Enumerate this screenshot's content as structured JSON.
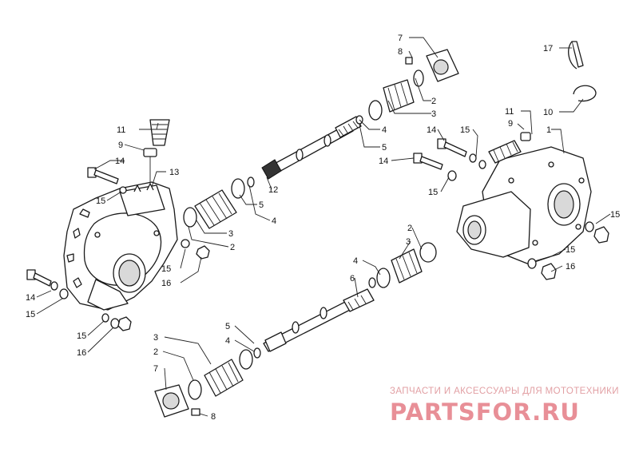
{
  "callouts": [
    {
      "id": "c-7-top",
      "label": "7"
    },
    {
      "id": "c-8-top",
      "label": "8"
    },
    {
      "id": "c-2-top",
      "label": "2"
    },
    {
      "id": "c-3-top",
      "label": "3"
    },
    {
      "id": "c-4-top",
      "label": "4"
    },
    {
      "id": "c-5-top",
      "label": "5"
    },
    {
      "id": "c-17",
      "label": "17"
    },
    {
      "id": "c-10",
      "label": "10"
    },
    {
      "id": "c-11-right",
      "label": "11"
    },
    {
      "id": "c-9-right",
      "label": "9"
    },
    {
      "id": "c-1",
      "label": "1"
    },
    {
      "id": "c-14-right-a",
      "label": "14"
    },
    {
      "id": "c-15-right-a",
      "label": "15"
    },
    {
      "id": "c-14-right-b",
      "label": "14"
    },
    {
      "id": "c-15-right-b",
      "label": "15"
    },
    {
      "id": "c-15-right-c",
      "label": "15"
    },
    {
      "id": "c-15-right-d",
      "label": "15"
    },
    {
      "id": "c-16-right",
      "label": "16"
    },
    {
      "id": "c-11-left",
      "label": "11"
    },
    {
      "id": "c-9-left",
      "label": "9"
    },
    {
      "id": "c-13",
      "label": "13"
    },
    {
      "id": "c-14-left-a",
      "label": "14"
    },
    {
      "id": "c-15-left-a",
      "label": "15"
    },
    {
      "id": "c-12",
      "label": "12"
    },
    {
      "id": "c-5-mid",
      "label": "5"
    },
    {
      "id": "c-4-mid",
      "label": "4"
    },
    {
      "id": "c-3-mid",
      "label": "3"
    },
    {
      "id": "c-2-mid",
      "label": "2"
    },
    {
      "id": "c-15-left-b",
      "label": "15"
    },
    {
      "id": "c-16-left-a",
      "label": "16"
    },
    {
      "id": "c-14-left-b",
      "label": "14"
    },
    {
      "id": "c-15-left-c",
      "label": "15"
    },
    {
      "id": "c-15-left-d",
      "label": "15"
    },
    {
      "id": "c-16-left-b",
      "label": "16"
    },
    {
      "id": "c-2-low",
      "label": "2"
    },
    {
      "id": "c-3-low",
      "label": "3"
    },
    {
      "id": "c-4-low",
      "label": "4"
    },
    {
      "id": "c-6",
      "label": "6"
    },
    {
      "id": "c-5-bot",
      "label": "5"
    },
    {
      "id": "c-4-bot",
      "label": "4"
    },
    {
      "id": "c-3-bot",
      "label": "3"
    },
    {
      "id": "c-2-bot",
      "label": "2"
    },
    {
      "id": "c-7-bot",
      "label": "7"
    },
    {
      "id": "c-8-bot",
      "label": "8"
    }
  ],
  "watermark": {
    "tagline": "ЗАПЧАСТИ И АКСЕССУАРЫ ДЛЯ МОТОТЕХНИКИ",
    "logo": "PARTSFOR.RU",
    "color": "#e88f97"
  }
}
